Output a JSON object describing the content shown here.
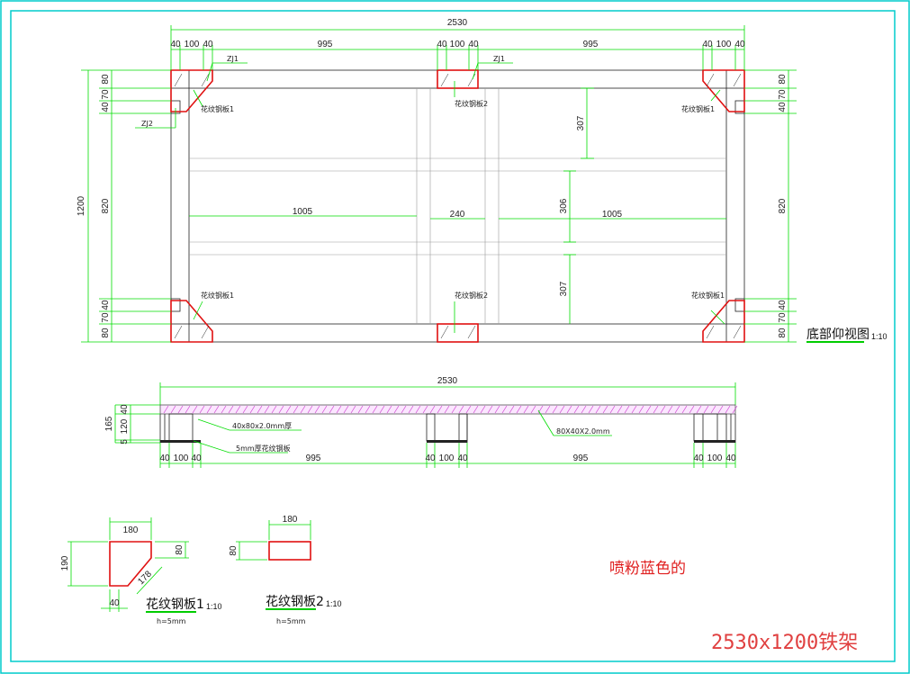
{
  "drawing": {
    "title_block": "2530x1200铁架",
    "note": "喷粉蓝色的"
  },
  "bottom_view": {
    "title": "底部仰视图",
    "scale": "1:10",
    "overall_width": "2530",
    "overall_height": "1200",
    "top_dims": [
      "40",
      "100",
      "40",
      "995",
      "40",
      "100",
      "40",
      "995",
      "40",
      "100",
      "40"
    ],
    "left_dims": [
      "80",
      "70",
      "40",
      "820",
      "40",
      "70",
      "80"
    ],
    "right_dims": [
      "80",
      "70",
      "40",
      "820",
      "40",
      "70",
      "80"
    ],
    "inner_dims": {
      "left_span": "1005",
      "center_span": "240",
      "right_span": "1005",
      "r1": "307",
      "r2": "306",
      "r3": "307"
    },
    "labels": {
      "zj1_left": "ZJ1",
      "zj1_mid": "ZJ1",
      "zj2": "ZJ2",
      "plate1_tl": "花纹钢板1",
      "plate2_tm": "花纹钢板2",
      "plate1_tr": "花纹钢板1",
      "plate1_bl": "花纹钢板1",
      "plate2_bm": "花纹钢板2",
      "plate1_br": "花纹钢板1"
    }
  },
  "side_view": {
    "overall": "2530",
    "height_total": "165",
    "height_top": "40",
    "height_mid": "120",
    "height_bottom": "5",
    "bottom_dims": [
      "40",
      "100",
      "40",
      "995",
      "40",
      "100",
      "40",
      "995",
      "40",
      "100",
      "40"
    ],
    "labels": {
      "leg_tube": "40x80x2.0mm厚",
      "plate": "5mm厚花纹钢板",
      "top_tube": "80X40X2.0mm"
    }
  },
  "plate1": {
    "title": "花纹钢板1",
    "scale": "1:10",
    "thickness": "h=5mm",
    "dims": {
      "width": "180",
      "height": "190",
      "right": "80",
      "diag": "178",
      "bottom": "40"
    }
  },
  "plate2": {
    "title": "花纹钢板2",
    "scale": "1:10",
    "thickness": "h=5mm",
    "dims": {
      "width": "180",
      "height": "80"
    }
  }
}
